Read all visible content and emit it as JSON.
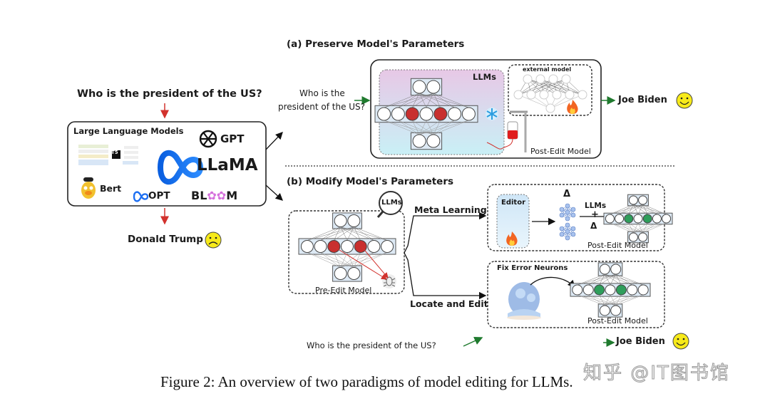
{
  "figure": {
    "caption": "Figure 2: An overview of two paradigms of model editing for LLMs.",
    "watermark": "知乎 @IT图书馆"
  },
  "left": {
    "question": "Who is the president of the US?",
    "box_title": "Large Language Models",
    "models": {
      "t5": "T5",
      "gpt": "GPT",
      "llama": "LLaMA",
      "bert": "Bert",
      "opt": "OPT",
      "bloom": "BL**M"
    },
    "wrong_answer": "Donald Trump",
    "wrong_face": "sad-face"
  },
  "panel_a": {
    "title": "(a) Preserve Model's Parameters",
    "question_line1": "Who is the",
    "question_line2": "president of the US?",
    "llms_label": "LLMs",
    "external_model_label": "external model",
    "post_edit_label": "Post-Edit Model",
    "answer": "Joe Biden",
    "answer_face": "happy-face",
    "frozen_icon": "snowflake-icon",
    "trainable_icon": "fire-icon"
  },
  "panel_b": {
    "title": "(b) Modify Model's Parameters",
    "magnifier_label": "LLMs",
    "pre_edit_label": "Pre-Edit Model",
    "branch_meta": "Meta Learning",
    "branch_locate": "Locate and Edit",
    "editor_label": "Editor",
    "delta": "Δ",
    "llms_plus_label": "LLMs",
    "plus": "+",
    "post_edit_meta_label": "Post-Edit Model",
    "fix_label": "Fix Error Neurons",
    "post_edit_locate_label": "Post-Edit Model",
    "question": "Who is the president of the US?",
    "answer": "Joe Biden",
    "answer_face": "happy-face"
  },
  "colors": {
    "error_neuron": "#c8302f",
    "fixed_neuron": "#2e9e5b",
    "arrow_green": "#1f7a2e",
    "arrow_red": "#d2322d",
    "llama_blue": "#1d6ff2",
    "face_yellow": "#f7ea1a"
  }
}
